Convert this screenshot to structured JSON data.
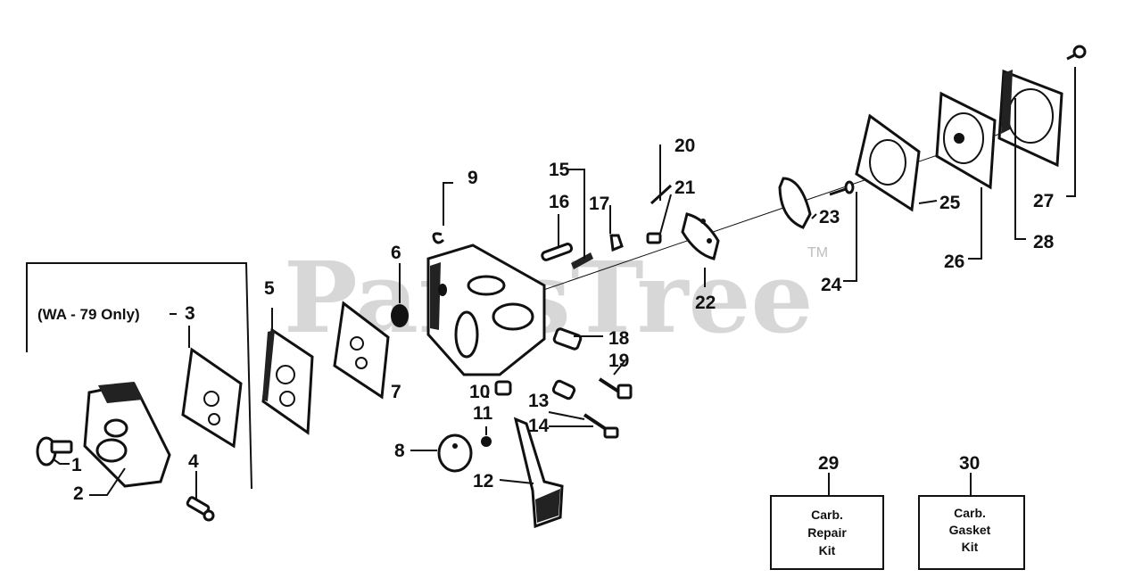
{
  "watermark": {
    "text": "PartsTree",
    "tm": "TM"
  },
  "note": {
    "label": "(WA - 79 Only)"
  },
  "callouts": [
    {
      "id": "1",
      "label": "1"
    },
    {
      "id": "2",
      "label": "2"
    },
    {
      "id": "3",
      "label": "3"
    },
    {
      "id": "4",
      "label": "4"
    },
    {
      "id": "5",
      "label": "5"
    },
    {
      "id": "6",
      "label": "6"
    },
    {
      "id": "7",
      "label": "7"
    },
    {
      "id": "8",
      "label": "8"
    },
    {
      "id": "9",
      "label": "9"
    },
    {
      "id": "10",
      "label": "10"
    },
    {
      "id": "11",
      "label": "11"
    },
    {
      "id": "12",
      "label": "12"
    },
    {
      "id": "13",
      "label": "13"
    },
    {
      "id": "14",
      "label": "14"
    },
    {
      "id": "15",
      "label": "15"
    },
    {
      "id": "16",
      "label": "16"
    },
    {
      "id": "17",
      "label": "17"
    },
    {
      "id": "18",
      "label": "18"
    },
    {
      "id": "19",
      "label": "19"
    },
    {
      "id": "20",
      "label": "20"
    },
    {
      "id": "21",
      "label": "21"
    },
    {
      "id": "22",
      "label": "22"
    },
    {
      "id": "23",
      "label": "23"
    },
    {
      "id": "24",
      "label": "24"
    },
    {
      "id": "25",
      "label": "25"
    },
    {
      "id": "26",
      "label": "26"
    },
    {
      "id": "27",
      "label": "27"
    },
    {
      "id": "28",
      "label": "28"
    },
    {
      "id": "29",
      "label": "29"
    },
    {
      "id": "30",
      "label": "30"
    }
  ],
  "kits": [
    {
      "number": "29",
      "lines": [
        "Carb.",
        "Repair",
        "Kit"
      ]
    },
    {
      "number": "30",
      "lines": [
        "Carb.",
        "Gasket",
        "Kit"
      ]
    }
  ]
}
